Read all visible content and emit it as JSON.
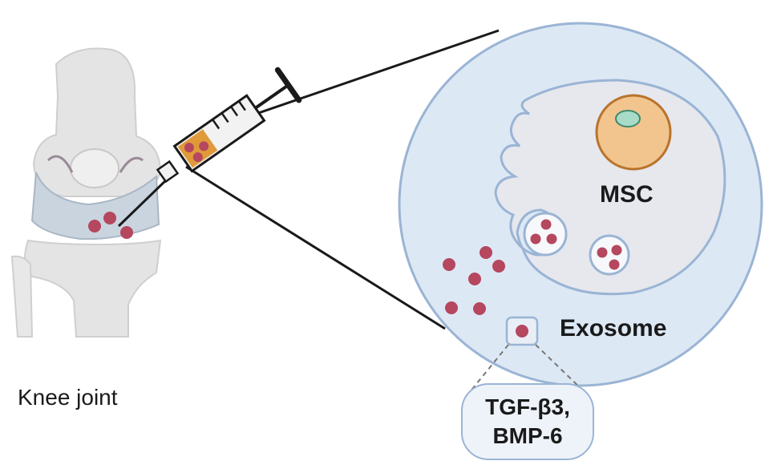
{
  "labels": {
    "knee_joint": "Knee joint",
    "msc": "MSC",
    "exosome": "Exosome",
    "cargo_line1": "TGF-β3,",
    "cargo_line2": "BMP-6"
  },
  "colors": {
    "zoom_fill": "#dde8f5",
    "zoom_stroke": "#9ab4d4",
    "cell_fill": "#e6e8ee",
    "cell_stroke": "#9ab4d4",
    "nucleus_fill": "#f2c48e",
    "nucleus_stroke": "#b8742c",
    "nucleolus_fill": "#a9dcc8",
    "exosome_dot": "#b5475f",
    "bone": "#e4e4e4",
    "cartilage": "#c9d4df",
    "syringe_barrel": "#f2f2f2",
    "syringe_fluid": "#e09a3a",
    "ink": "#1a1a1a"
  },
  "icons": [
    "knee-joint-icon",
    "syringe-icon",
    "needle-icon",
    "msc-cell-icon",
    "nucleus-icon",
    "exosome-icon"
  ]
}
